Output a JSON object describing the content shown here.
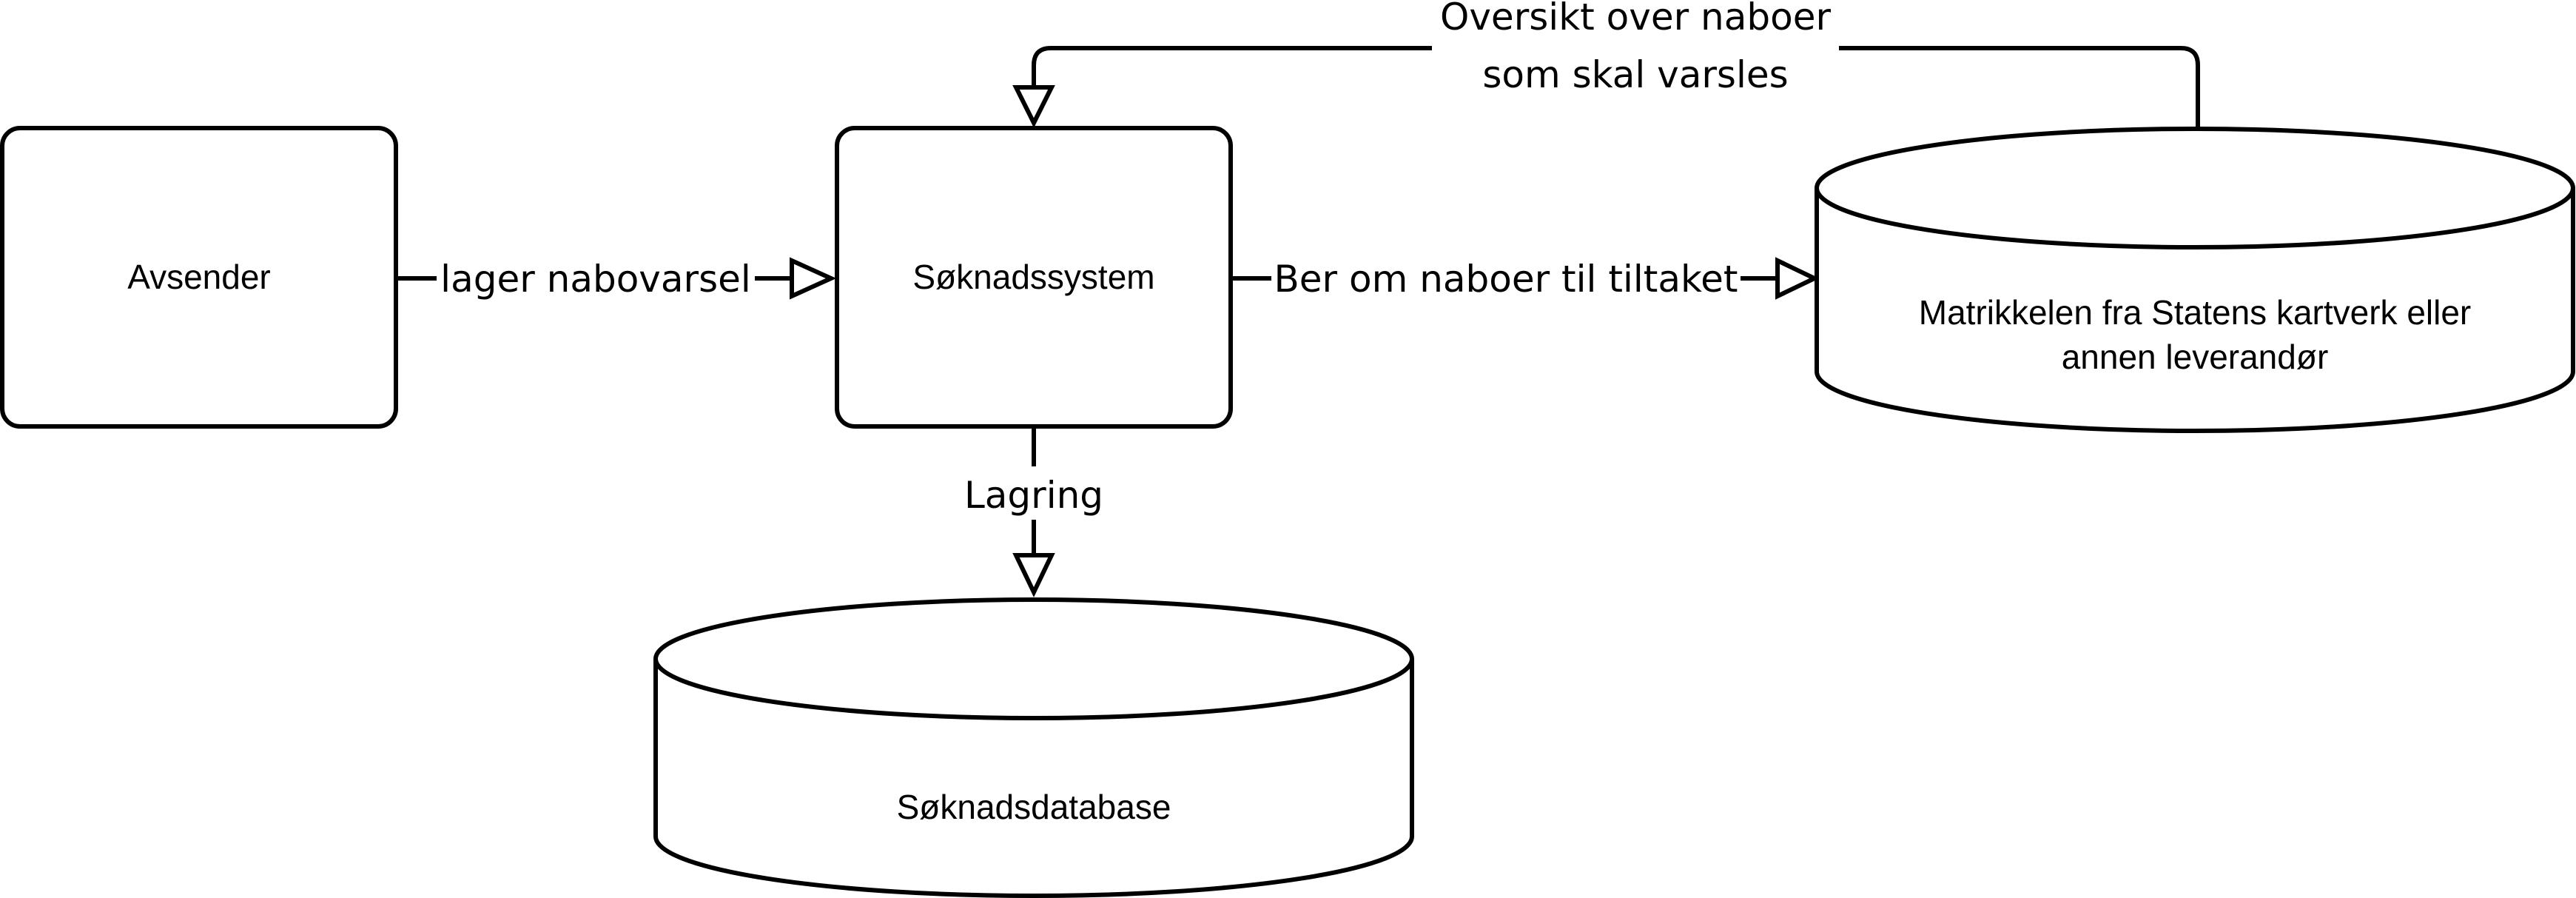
{
  "nodes": {
    "avsender": {
      "label": "Avsender"
    },
    "soknadssystem": {
      "label": "Søknadssystem"
    },
    "matrikkelen": {
      "label_line1": "Matrikkelen fra Statens kartverk eller",
      "label_line2": "annen leverandør"
    },
    "soknadsdatabase": {
      "label": "Søknadsdatabase"
    }
  },
  "edges": {
    "avsender_to_system": {
      "label": "lager nabovarsel"
    },
    "system_to_matrikkel": {
      "label": "Ber om naboer til tiltaket"
    },
    "matrikkel_to_system": {
      "label_line1": "Oversikt over naboer",
      "label_line2": "som skal varsles"
    },
    "system_to_database": {
      "label": "Lagring"
    }
  }
}
